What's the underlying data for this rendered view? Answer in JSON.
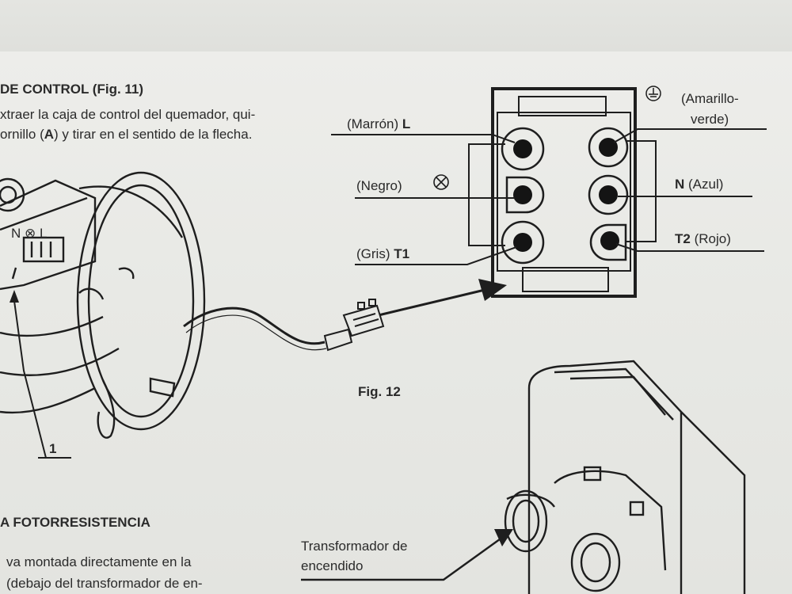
{
  "section_control": {
    "heading": "DE CONTROL (Fig. 11)",
    "line1": "xtraer la caja de control del quemador, qui-",
    "line2_a": "ornillo (",
    "line2_b": "A",
    "line2_c": ") y tirar en el sentido de la flecha."
  },
  "figure12": {
    "caption": "Fig. 12",
    "label_marron_a": "(Marrón) ",
    "label_marron_b": "L",
    "label_negro": "(Negro)",
    "label_gris_a": "(Gris) ",
    "label_gris_b": "T1",
    "label_amarillo_1": "(Amarillo-",
    "label_amarillo_2": "verde)",
    "label_azul_a": "N",
    "label_azul_b": " (Azul)",
    "label_rojo_a": "T2",
    "label_rojo_b": " (Rojo)",
    "earth_symbol": "earth-symbol",
    "cross_symbol": "⊗"
  },
  "figure11": {
    "part_number": "1",
    "terminal_marks": "N ⊗ L"
  },
  "section_foto": {
    "heading": "A FOTORRESISTENCIA",
    "line1": "va montada directamente en la",
    "line2": "(debajo del transformador de en-"
  },
  "transformer_label": {
    "line1": "Transformador de",
    "line2": "encendido"
  }
}
